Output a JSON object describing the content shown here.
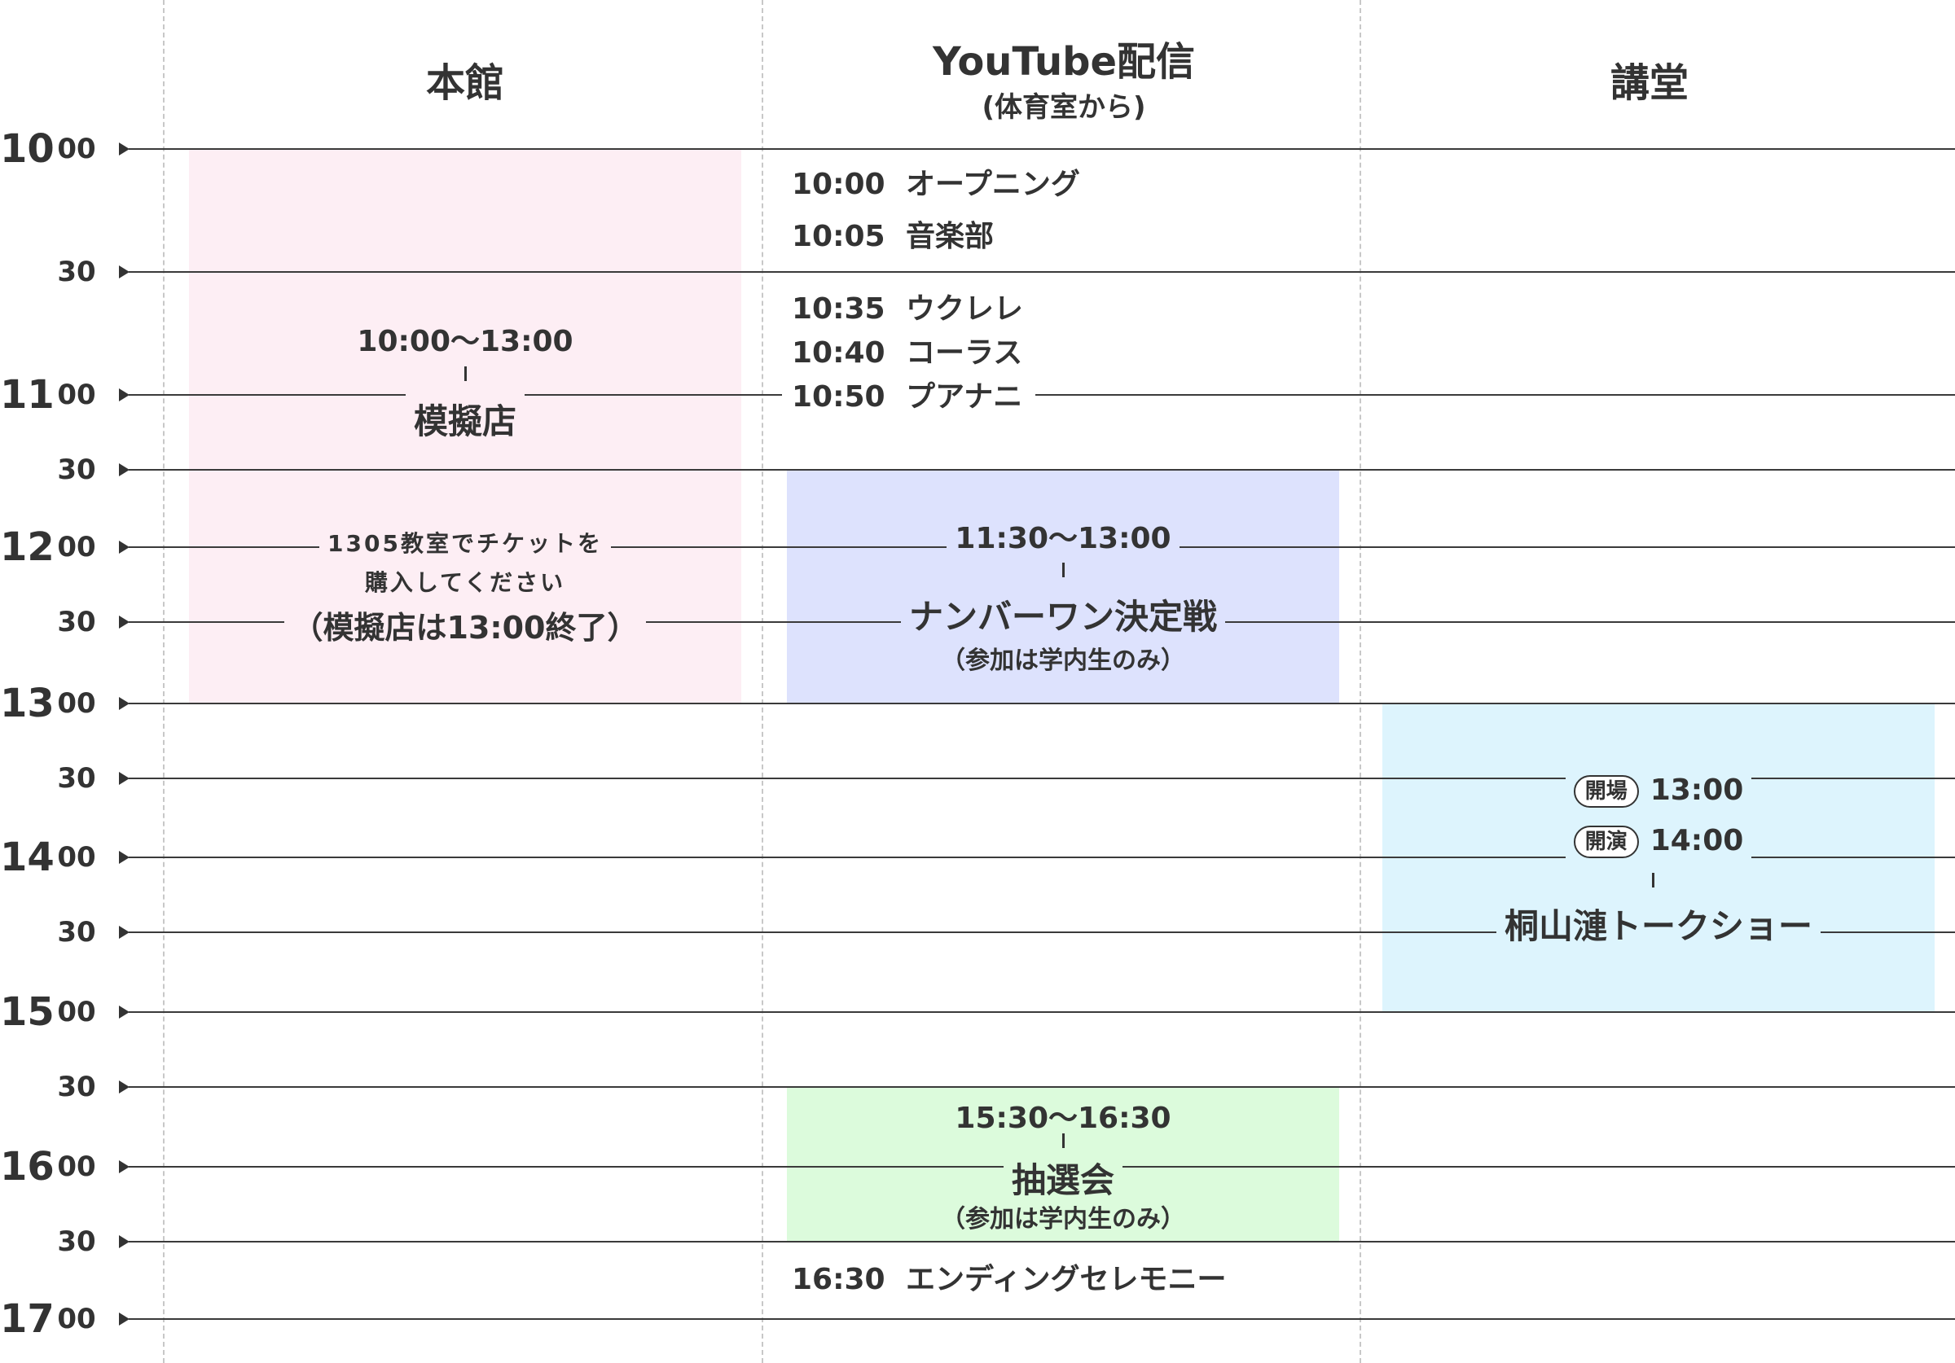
{
  "columns": [
    {
      "title": "本館",
      "subtitle": ""
    },
    {
      "title": "YouTube配信",
      "subtitle": "(体育室から)"
    },
    {
      "title": "講堂",
      "subtitle": ""
    }
  ],
  "time_rows": [
    {
      "hour": "10",
      "min": "00"
    },
    {
      "hour": "",
      "min": "30"
    },
    {
      "hour": "11",
      "min": "00"
    },
    {
      "hour": "",
      "min": "30"
    },
    {
      "hour": "12",
      "min": "00"
    },
    {
      "hour": "",
      "min": "30"
    },
    {
      "hour": "13",
      "min": "00"
    },
    {
      "hour": "",
      "min": "30"
    },
    {
      "hour": "14",
      "min": "00"
    },
    {
      "hour": "",
      "min": "30"
    },
    {
      "hour": "15",
      "min": "00"
    },
    {
      "hour": "",
      "min": "30"
    },
    {
      "hour": "16",
      "min": "00"
    },
    {
      "hour": "",
      "min": "30"
    },
    {
      "hour": "17",
      "min": "00"
    }
  ],
  "events": {
    "mogiten": {
      "time": "10:00〜13:00",
      "title": "模擬店",
      "note_line1": "1305教室でチケットを",
      "note_line2": "購入してください",
      "note_line3": "（模擬店は13:00終了）",
      "color": "#fdeef4"
    },
    "number_one": {
      "time": "11:30〜13:00",
      "title": "ナンバーワン決定戦",
      "note": "（参加は学内生のみ）",
      "color": "#dde2fd"
    },
    "talkshow": {
      "badge_open": "開場",
      "open_time": "13:00",
      "badge_start": "開演",
      "start_time": "14:00",
      "title": "桐山漣トークショー",
      "color": "#ddf4fd"
    },
    "lottery": {
      "time": "15:30〜16:30",
      "title": "抽選会",
      "note": "（参加は学内生のみ）",
      "color": "#dcfbdc"
    }
  },
  "youtube_items": [
    {
      "time": "10:00",
      "title": "オープニング"
    },
    {
      "time": "10:05",
      "title": "音楽部"
    },
    {
      "time": "10:35",
      "title": "ウクレレ"
    },
    {
      "time": "10:40",
      "title": "コーラス"
    },
    {
      "time": "10:50",
      "title": "プアナニ"
    },
    {
      "time": "16:30",
      "title": "エンディングセレモニー"
    }
  ]
}
